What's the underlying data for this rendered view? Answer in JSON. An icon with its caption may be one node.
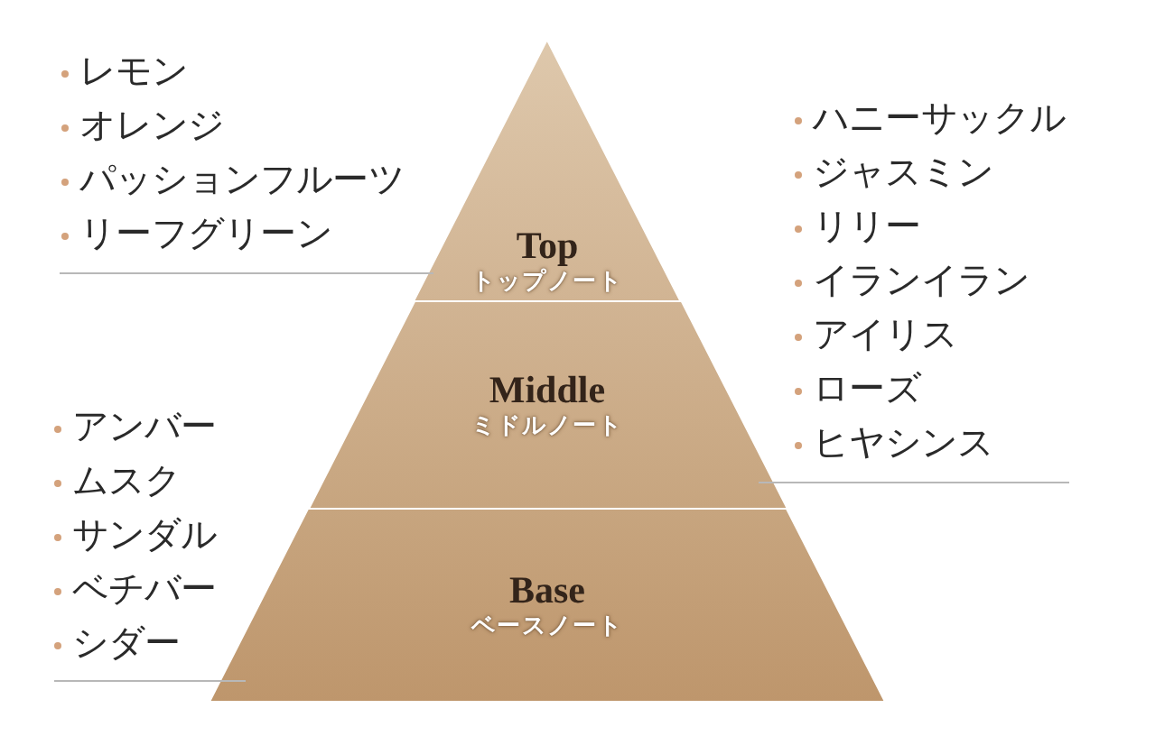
{
  "diagram": {
    "nodes": [
      {
        "text": [
          "Top",
          "トップノート"
        ],
        "beside": [
          "レモン",
          "オレンジ",
          "パッションフルーツ",
          "リーフグリーン"
        ]
      },
      {
        "text": [
          "Middle",
          "ミドルノート"
        ],
        "beside": [
          "ハニーサックル",
          "ジャスミン",
          "リリー",
          "イランイラン",
          "アイリス",
          "ローズ",
          "ヒヤシンス"
        ]
      },
      {
        "text": [
          "Base",
          "ベースノート"
        ],
        "beside": [
          "アンバー",
          "ムスク",
          "サンダル",
          "ベチバー",
          "シダー"
        ]
      }
    ]
  }
}
